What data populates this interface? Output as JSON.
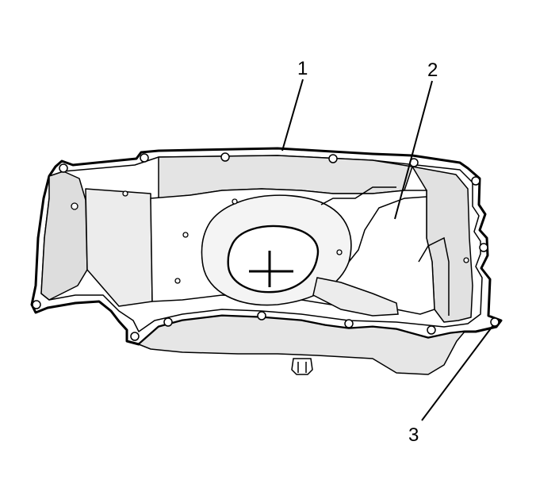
{
  "diagram": {
    "callouts": [
      {
        "id": "1",
        "label": "1"
      },
      {
        "id": "2",
        "label": "2"
      },
      {
        "id": "3",
        "label": "3"
      }
    ],
    "colors": {
      "line": "#000000",
      "fill": "#ffffff",
      "shade": "#d9d9d9",
      "shade_light": "#ececec"
    }
  }
}
